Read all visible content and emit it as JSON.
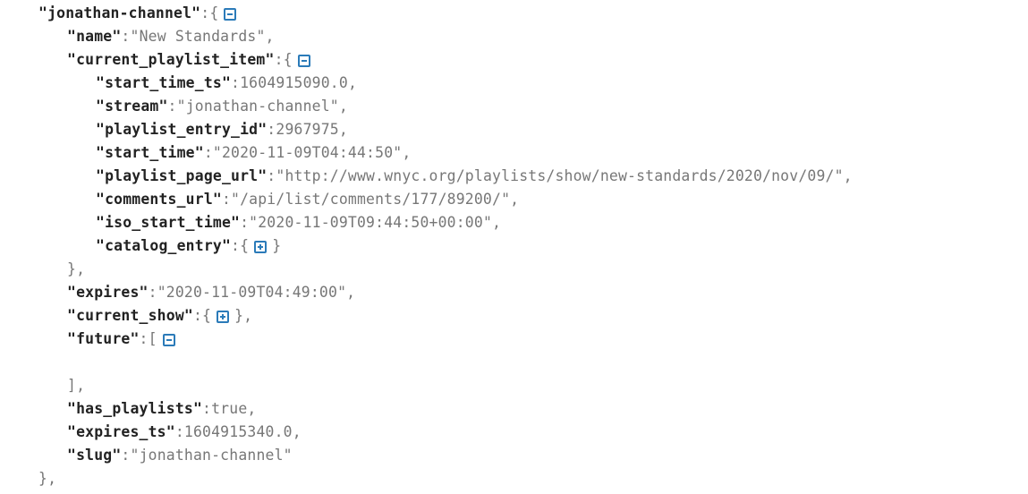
{
  "colors": {
    "key": "#222222",
    "value": "#777777",
    "toggle": "#2b7bb9"
  },
  "lines": [
    {
      "indent": 0,
      "key": "\"jonathan-channel\"",
      "open": "{",
      "toggle": "collapse-icon"
    },
    {
      "indent": 1,
      "key": "\"name\"",
      "value": "\"New Standards\"",
      "suffix": ","
    },
    {
      "indent": 1,
      "key": "\"current_playlist_item\"",
      "open": "{",
      "toggle": "collapse-icon"
    },
    {
      "indent": 2,
      "key": "\"start_time_ts\"",
      "value": "1604915090.0",
      "suffix": ","
    },
    {
      "indent": 2,
      "key": "\"stream\"",
      "value": "\"jonathan-channel\"",
      "suffix": ","
    },
    {
      "indent": 2,
      "key": "\"playlist_entry_id\"",
      "value": "2967975",
      "suffix": ","
    },
    {
      "indent": 2,
      "key": "\"start_time\"",
      "value": "\"2020-11-09T04:44:50\"",
      "suffix": ","
    },
    {
      "indent": 2,
      "key": "\"playlist_page_url\"",
      "value": "\"http://www.wnyc.org/playlists/show/new-standards/2020/nov/09/\"",
      "suffix": ","
    },
    {
      "indent": 2,
      "key": "\"comments_url\"",
      "value": "\"/api/list/comments/177/89200/\"",
      "suffix": ","
    },
    {
      "indent": 2,
      "key": "\"iso_start_time\"",
      "value": "\"2020-11-09T09:44:50+00:00\"",
      "suffix": ","
    },
    {
      "indent": 2,
      "key": "\"catalog_entry\"",
      "open": "{",
      "toggle": "expand-icon",
      "suffix": "}"
    },
    {
      "indent": 1,
      "close": "},"
    },
    {
      "indent": 1,
      "key": "\"expires\"",
      "value": "\"2020-11-09T04:49:00\"",
      "suffix": ","
    },
    {
      "indent": 1,
      "key": "\"current_show\"",
      "open": "{",
      "toggle": "expand-icon",
      "suffix": "},"
    },
    {
      "indent": 1,
      "key": "\"future\"",
      "open": "[",
      "toggle": "collapse-icon"
    },
    {
      "indent": 1
    },
    {
      "indent": 1,
      "close": "],"
    },
    {
      "indent": 1,
      "key": "\"has_playlists\"",
      "value": "true",
      "suffix": ","
    },
    {
      "indent": 1,
      "key": "\"expires_ts\"",
      "value": "1604915340.0",
      "suffix": ","
    },
    {
      "indent": 1,
      "key": "\"slug\"",
      "value": "\"jonathan-channel\""
    },
    {
      "indent": 0,
      "close": "},"
    }
  ]
}
